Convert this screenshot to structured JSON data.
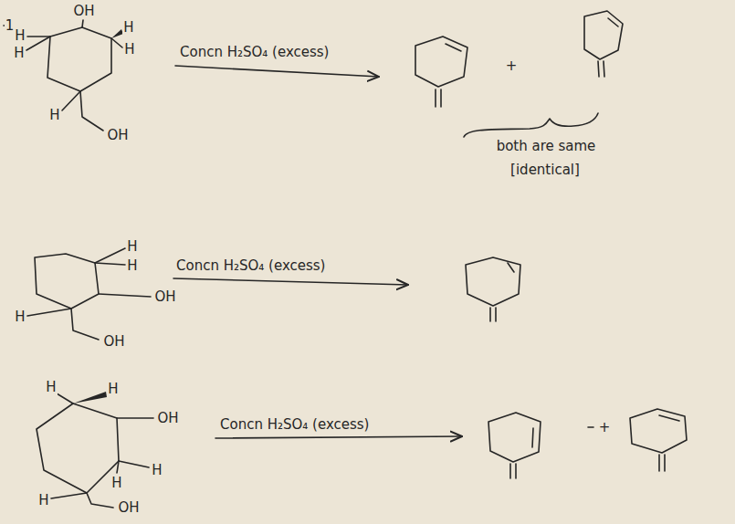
{
  "diagram": {
    "labels": [
      "1.",
      "OH",
      "H",
      "H",
      "H",
      "H",
      "H",
      "OH",
      "Concn H₂SO₄ (excess)",
      "+",
      "both are same",
      "[identical]",
      "H",
      "H",
      "OH",
      "H",
      "OH",
      "Concn H₂SO₄ (excess)",
      "H",
      "H",
      "OH",
      "H",
      "H",
      "H",
      "OH",
      "Concn H₂SO₄ (excess)",
      "+"
    ]
  }
}
